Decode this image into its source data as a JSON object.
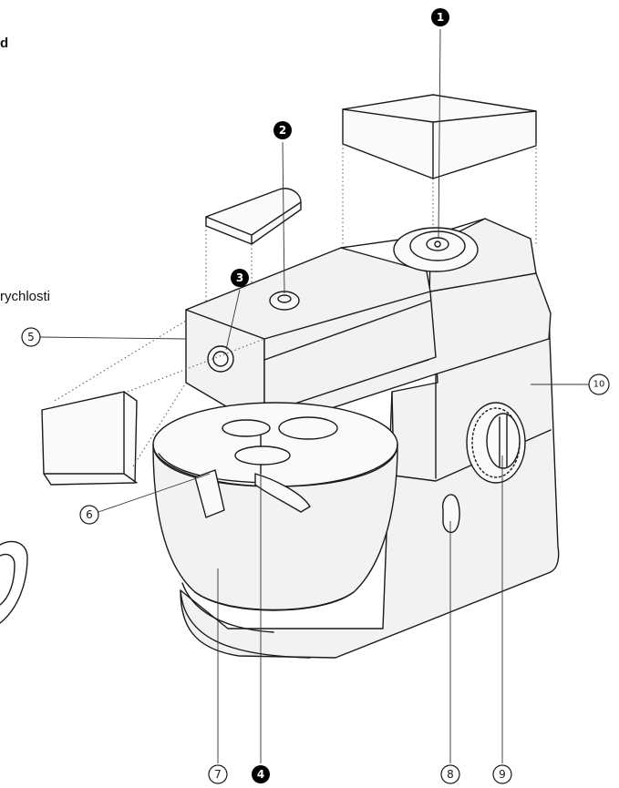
{
  "fragments": {
    "top_left_letter": "d",
    "left_word": "rychlosti"
  },
  "callouts": [
    {
      "label": "1",
      "style": "filled"
    },
    {
      "label": "2",
      "style": "filled"
    },
    {
      "label": "3",
      "style": "filled"
    },
    {
      "label": "4",
      "style": "filled"
    },
    {
      "label": "5",
      "style": "outline"
    },
    {
      "label": "6",
      "style": "outline"
    },
    {
      "label": "7",
      "style": "outline"
    },
    {
      "label": "8",
      "style": "outline"
    },
    {
      "label": "9",
      "style": "outline"
    },
    {
      "label": "10",
      "style": "outline"
    }
  ],
  "colors": {
    "line": "#1a1a1a",
    "body": "#f2f2f2",
    "background": "#ffffff"
  }
}
